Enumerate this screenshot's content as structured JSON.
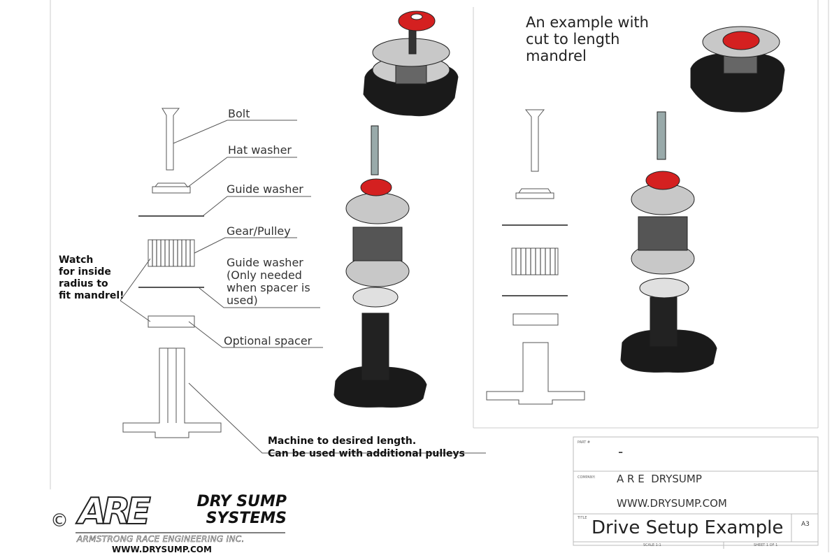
{
  "labels": {
    "bolt": "Bolt",
    "hat_washer": "Hat washer",
    "guide_washer": "Guide washer",
    "gear_pulley": "Gear/Pulley",
    "guide_washer_2": "Guide washer",
    "guide_washer_note_1": "(Only needed",
    "guide_washer_note_2": "when spacer is",
    "guide_washer_note_3": "used)",
    "optional_spacer": "Optional spacer",
    "watch_1": "Watch",
    "watch_2": "for inside",
    "watch_3": "radius to",
    "watch_4": "fit mandrel!",
    "machine_1": "Machine to desired length.",
    "machine_2": "Can be used with additional pulleys",
    "example_1": "An example with",
    "example_2": "cut to length",
    "example_3": "mandrel"
  },
  "title_block": {
    "part_label": "PART #",
    "part_value": "-",
    "company_label": "COMPANY:",
    "company": "A R E  DRYSUMP",
    "website": "WWW.DRYSUMP.COM",
    "title_label": "TITLE",
    "title": "Drive Setup Example",
    "size": "A3",
    "scale": "SCALE 1:1",
    "sheet": "SHEET 1 OF 1"
  },
  "logo": {
    "copyright": "©",
    "mark": "ARE",
    "line1": "DRY SUMP",
    "line2": "SYSTEMS",
    "company": "ARMSTRONG RACE ENGINEERING INC.",
    "website": "WWW.DRYSUMP.COM"
  },
  "colors": {
    "accent_red": "#d42020",
    "part_black": "#1a1a1a",
    "washer_gray": "#bdbdbd"
  }
}
